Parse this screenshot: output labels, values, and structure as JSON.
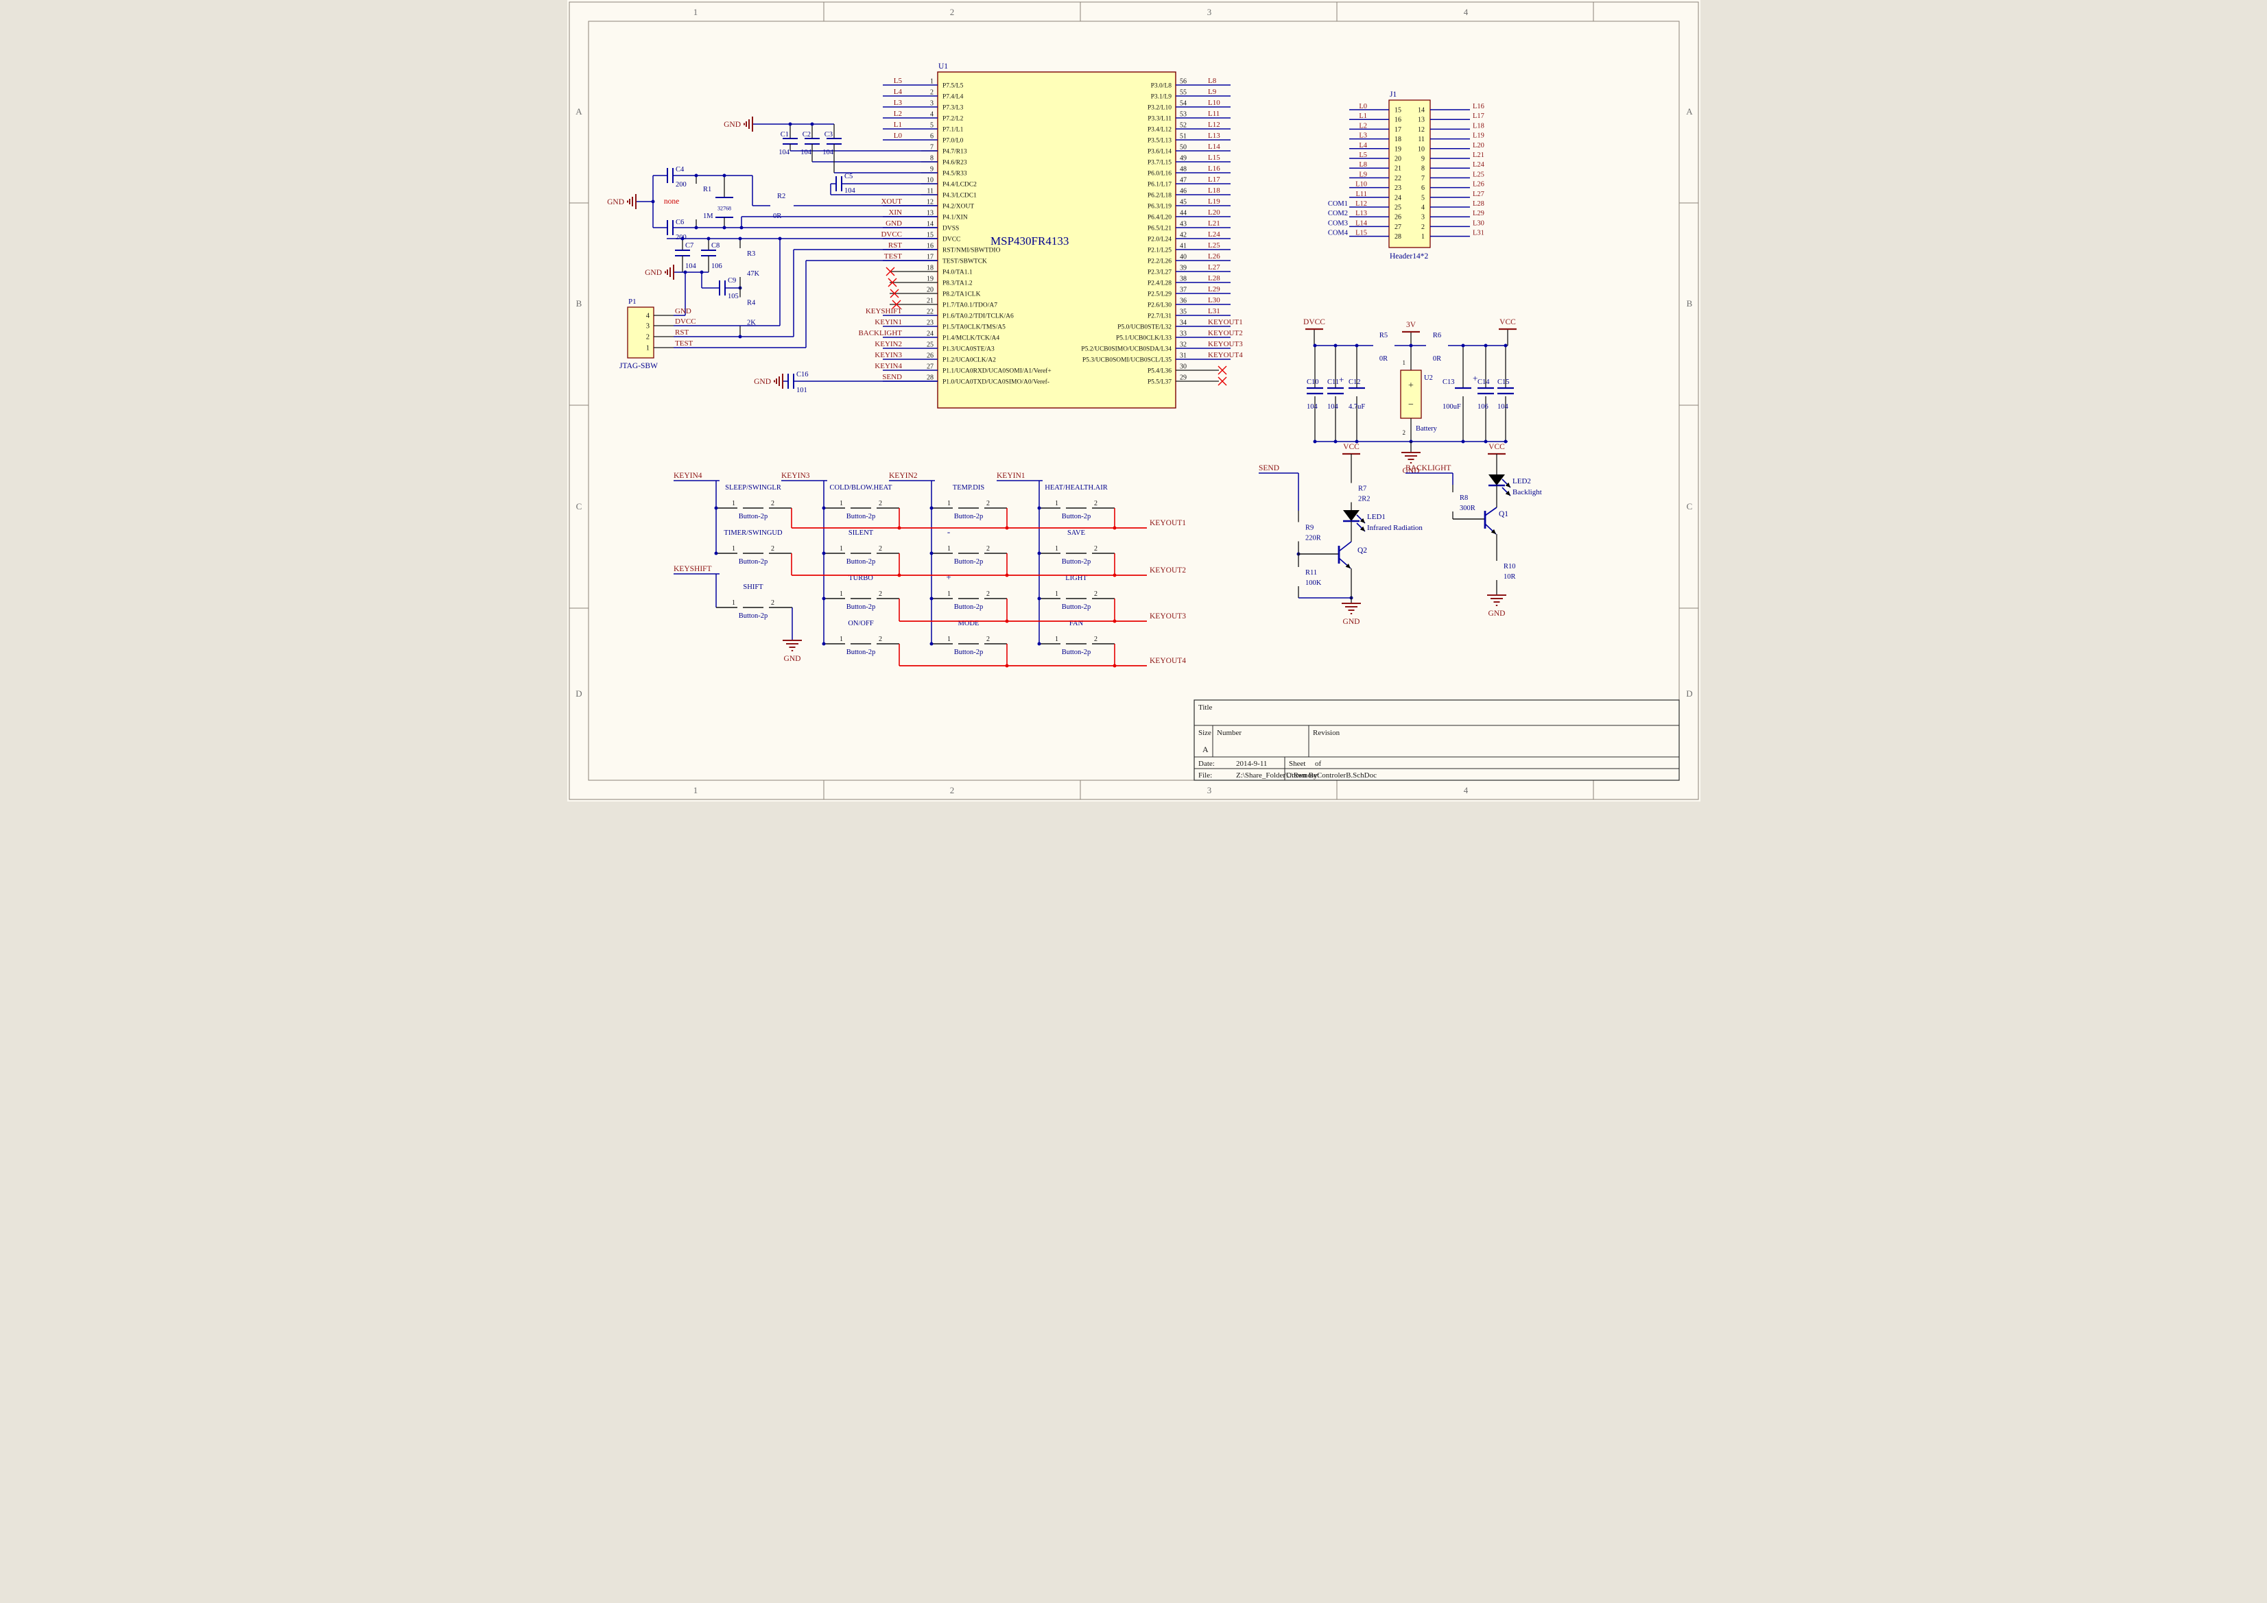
{
  "sheet": {
    "zone_columns": [
      "1",
      "2",
      "3",
      "4"
    ],
    "zone_rows": [
      "A",
      "B",
      "C",
      "D"
    ],
    "colors": {
      "background": "#FDFAF2",
      "wire": "#0202A0",
      "component": "#2424E8",
      "net_label": "#8C1414",
      "power": "#8C1414",
      "red": "#E60000",
      "chip_fill": "#FFFFB9",
      "chip_border": "#7A0000",
      "navy": "#00008C",
      "black": "#141414",
      "frame": "#8A8378",
      "zone_text": "#6F6F6F",
      "note_red": "#CC0000"
    }
  },
  "title_block": {
    "title_label": "Title",
    "size_label": "Size",
    "size_value": "A",
    "number_label": "Number",
    "revision_label": "Revision",
    "date_label": "Date:",
    "date_value": "2014-9-11",
    "sheet_label": "Sheet",
    "of_label": "of",
    "file_label": "File:",
    "file_value": "Z:\\Share_Folder\\..\\RemoteControlerB.SchDoc",
    "drawn_by_label": "Drawn By:"
  },
  "u1": {
    "ref": "U1",
    "part": "MSP430FR4133",
    "left_pins": [
      {
        "n": "1",
        "name": "P7.5/L5",
        "net": "L5"
      },
      {
        "n": "2",
        "name": "P7.4/L4",
        "net": "L4"
      },
      {
        "n": "3",
        "name": "P7.3/L3",
        "net": "L3"
      },
      {
        "n": "4",
        "name": "P7.2/L2",
        "net": "L2"
      },
      {
        "n": "5",
        "name": "P7.1/L1",
        "net": "L1"
      },
      {
        "n": "6",
        "name": "P7.0/L0",
        "net": "L0"
      },
      {
        "n": "7",
        "name": "P4.7/R13"
      },
      {
        "n": "8",
        "name": "P4.6/R23"
      },
      {
        "n": "9",
        "name": "P4.5/R33"
      },
      {
        "n": "10",
        "name": "P4.4/LCDC2"
      },
      {
        "n": "11",
        "name": "P4.3/LCDC1"
      },
      {
        "n": "12",
        "name": "P4.2/XOUT",
        "net": "XOUT"
      },
      {
        "n": "13",
        "name": "P4.1/XIN",
        "net": "XIN"
      },
      {
        "n": "14",
        "name": "DVSS",
        "net": "GND"
      },
      {
        "n": "15",
        "name": "DVCC",
        "net": "DVCC"
      },
      {
        "n": "16",
        "name": "RST/NMI/SBWTDIO",
        "net": "RST"
      },
      {
        "n": "17",
        "name": "TEST/SBWTCK",
        "net": "TEST"
      },
      {
        "n": "18",
        "name": "P4.0/TA1.1",
        "nc": true
      },
      {
        "n": "19",
        "name": "P8.3/TA1.2",
        "nc": true
      },
      {
        "n": "20",
        "name": "P8.2/TA1CLK",
        "nc": true
      },
      {
        "n": "21",
        "name": "P1.7/TA0.1/TDO/A7",
        "nc": true
      },
      {
        "n": "22",
        "name": "P1.6/TA0.2/TDI/TCLK/A6",
        "net": "KEYSHIFT"
      },
      {
        "n": "23",
        "name": "P1.5/TA0CLK/TMS/A5",
        "net": "KEYIN1"
      },
      {
        "n": "24",
        "name": "P1.4/MCLK/TCK/A4",
        "net": "BACKLIGHT"
      },
      {
        "n": "25",
        "name": "P1.3/UCA0STE/A3",
        "net": "KEYIN2"
      },
      {
        "n": "26",
        "name": "P1.2/UCA0CLK/A2",
        "net": "KEYIN3"
      },
      {
        "n": "27",
        "name": "P1.1/UCA0RXD/UCA0SOMI/A1/Veref+",
        "net": "KEYIN4"
      },
      {
        "n": "28",
        "name": "P1.0/UCA0TXD/UCA0SIMO/A0/Veref-",
        "net": "SEND"
      }
    ],
    "right_pins": [
      {
        "n": "56",
        "name": "P3.0/L8",
        "net": "L8"
      },
      {
        "n": "55",
        "name": "P3.1/L9",
        "net": "L9"
      },
      {
        "n": "54",
        "name": "P3.2/L10",
        "net": "L10"
      },
      {
        "n": "53",
        "name": "P3.3/L11",
        "net": "L11"
      },
      {
        "n": "52",
        "name": "P3.4/L12",
        "net": "L12"
      },
      {
        "n": "51",
        "name": "P3.5/L13",
        "net": "L13"
      },
      {
        "n": "50",
        "name": "P3.6/L14",
        "net": "L14"
      },
      {
        "n": "49",
        "name": "P3.7/L15",
        "net": "L15"
      },
      {
        "n": "48",
        "name": "P6.0/L16",
        "net": "L16"
      },
      {
        "n": "47",
        "name": "P6.1/L17",
        "net": "L17"
      },
      {
        "n": "46",
        "name": "P6.2/L18",
        "net": "L18"
      },
      {
        "n": "45",
        "name": "P6.3/L19",
        "net": "L19"
      },
      {
        "n": "44",
        "name": "P6.4/L20",
        "net": "L20"
      },
      {
        "n": "43",
        "name": "P6.5/L21",
        "net": "L21"
      },
      {
        "n": "42",
        "name": "P2.0/L24",
        "net": "L24"
      },
      {
        "n": "41",
        "name": "P2.1/L25",
        "net": "L25"
      },
      {
        "n": "40",
        "name": "P2.2/L26",
        "net": "L26"
      },
      {
        "n": "39",
        "name": "P2.3/L27",
        "net": "L27"
      },
      {
        "n": "38",
        "name": "P2.4/L28",
        "net": "L28"
      },
      {
        "n": "37",
        "name": "P2.5/L29",
        "net": "L29"
      },
      {
        "n": "36",
        "name": "P2.6/L30",
        "net": "L30"
      },
      {
        "n": "35",
        "name": "P2.7/L31",
        "net": "L31"
      },
      {
        "n": "34",
        "name": "P5.0/UCB0STE/L32",
        "net": "KEYOUT1"
      },
      {
        "n": "33",
        "name": "P5.1/UCB0CLK/L33",
        "net": "KEYOUT2"
      },
      {
        "n": "32",
        "name": "P5.2/UCB0SIMO/UCB0SDA/L34",
        "net": "KEYOUT3"
      },
      {
        "n": "31",
        "name": "P5.3/UCB0SOMI/UCB0SCL/L35",
        "net": "KEYOUT4"
      },
      {
        "n": "30",
        "name": "P5.4/L36",
        "nc": true
      },
      {
        "n": "29",
        "name": "P5.5/L37",
        "nc": true
      }
    ]
  },
  "j1": {
    "ref": "J1",
    "part": "Header14*2",
    "rows": [
      {
        "left": "L0",
        "ln": "15",
        "rn": "14",
        "right": "L16"
      },
      {
        "left": "L1",
        "ln": "16",
        "rn": "13",
        "right": "L17"
      },
      {
        "left": "L2",
        "ln": "17",
        "rn": "12",
        "right": "L18"
      },
      {
        "left": "L3",
        "ln": "18",
        "rn": "11",
        "right": "L19"
      },
      {
        "left": "L4",
        "ln": "19",
        "rn": "10",
        "right": "L20"
      },
      {
        "left": "L5",
        "ln": "20",
        "rn": "9",
        "right": "L21"
      },
      {
        "left": "L8",
        "ln": "21",
        "rn": "8",
        "right": "L24"
      },
      {
        "left": "L9",
        "ln": "22",
        "rn": "7",
        "right": "L25"
      },
      {
        "left": "L10",
        "ln": "23",
        "rn": "6",
        "right": "L26"
      },
      {
        "left": "L11",
        "ln": "24",
        "rn": "5",
        "right": "L27"
      },
      {
        "com": "COM1",
        "left": "L12",
        "ln": "25",
        "rn": "4",
        "right": "L28"
      },
      {
        "com": "COM2",
        "left": "L13",
        "ln": "26",
        "rn": "3",
        "right": "L29"
      },
      {
        "com": "COM3",
        "left": "L14",
        "ln": "27",
        "rn": "2",
        "right": "L30"
      },
      {
        "com": "COM4",
        "left": "L15",
        "ln": "28",
        "rn": "1",
        "right": "L31"
      }
    ]
  },
  "p1": {
    "ref": "P1",
    "part": "JTAG-SBW",
    "pins": [
      {
        "n": "4",
        "net": "GND"
      },
      {
        "n": "3",
        "net": "DVCC"
      },
      {
        "n": "2",
        "net": "RST"
      },
      {
        "n": "1",
        "net": "TEST"
      }
    ]
  },
  "osc": {
    "gnd": "GND",
    "note": "none",
    "c4": {
      "ref": "C4",
      "val": "200"
    },
    "r1": {
      "ref": "R1",
      "val": "1M"
    },
    "xtal": {
      "val": "32768"
    },
    "c6": {
      "ref": "C6",
      "val": "200"
    },
    "r2": {
      "ref": "R2",
      "val": "0R"
    }
  },
  "lcd_caps": {
    "gnd": "GND",
    "c1": {
      "ref": "C1",
      "val": "104"
    },
    "c2": {
      "ref": "C2",
      "val": "104"
    },
    "c3": {
      "ref": "C3",
      "val": "104"
    },
    "c5": {
      "ref": "C5",
      "val": "104"
    }
  },
  "reset": {
    "gnd": "GND",
    "c7": {
      "ref": "C7",
      "val": "104"
    },
    "c8": {
      "ref": "C8",
      "val": "106"
    },
    "r3": {
      "ref": "R3",
      "val": "47K"
    },
    "c9": {
      "ref": "C9",
      "val": "105"
    },
    "r4": {
      "ref": "R4",
      "val": "2K"
    }
  },
  "c16": {
    "ref": "C16",
    "val": "101",
    "gnd": "GND"
  },
  "power": {
    "dvcc": "DVCC",
    "v3": "3V",
    "vcc": "VCC",
    "gnd": "GND",
    "r5": {
      "ref": "R5",
      "val": "0R"
    },
    "r6": {
      "ref": "R6",
      "val": "0R"
    },
    "c10": {
      "ref": "C10",
      "val": "104"
    },
    "c11": {
      "ref": "C11",
      "val": "104"
    },
    "c12": {
      "ref": "C12",
      "val": "4.7uF",
      "plus": "+"
    },
    "c13": {
      "ref": "C13",
      "val": "100uF",
      "plus": "+"
    },
    "c14": {
      "ref": "C14",
      "val": "106"
    },
    "c15": {
      "ref": "C15",
      "val": "104"
    },
    "battery": {
      "ref": "U2",
      "name": "Battery",
      "pin1": "1",
      "pin2": "2",
      "plus": "+",
      "minus": "−"
    }
  },
  "keypad": {
    "keyins": [
      "KEYIN4",
      "KEYIN3",
      "KEYIN2",
      "KEYIN1"
    ],
    "keyouts": [
      "KEYOUT1",
      "KEYOUT2",
      "KEYOUT3",
      "KEYOUT4"
    ],
    "keyshift": "KEYSHIFT",
    "shift": "SHIFT",
    "gnd": "GND",
    "part": "Button-2p",
    "pin1": "1",
    "pin2": "2",
    "rows": [
      [
        "SLEEP/SWINGLR",
        "COLD/BLOW.HEAT",
        "TEMP.DIS",
        "HEAT/HEALTH.AIR"
      ],
      [
        "TIMER/SWINGUD",
        "SILENT",
        "-",
        "SAVE"
      ],
      [
        null,
        "TURBO",
        "+",
        "LIGHT"
      ],
      [
        null,
        "ON/OFF",
        "MODE",
        "FAN"
      ]
    ]
  },
  "ir": {
    "send": "SEND",
    "vcc": "VCC",
    "gnd": "GND",
    "r7": {
      "ref": "R7",
      "val": "2R2"
    },
    "r9": {
      "ref": "R9",
      "val": "220R"
    },
    "r11": {
      "ref": "R11",
      "val": "100K"
    },
    "q": "Q2",
    "led": "LED1",
    "led_desc": "Infrared Radiation"
  },
  "bl": {
    "backlight": "BACKLIGHT",
    "vcc": "VCC",
    "gnd": "GND",
    "r8": {
      "ref": "R8",
      "val": "300R"
    },
    "r10": {
      "ref": "R10",
      "val": "10R"
    },
    "q": "Q1",
    "led": "LED2",
    "led_desc": "Backlight"
  }
}
